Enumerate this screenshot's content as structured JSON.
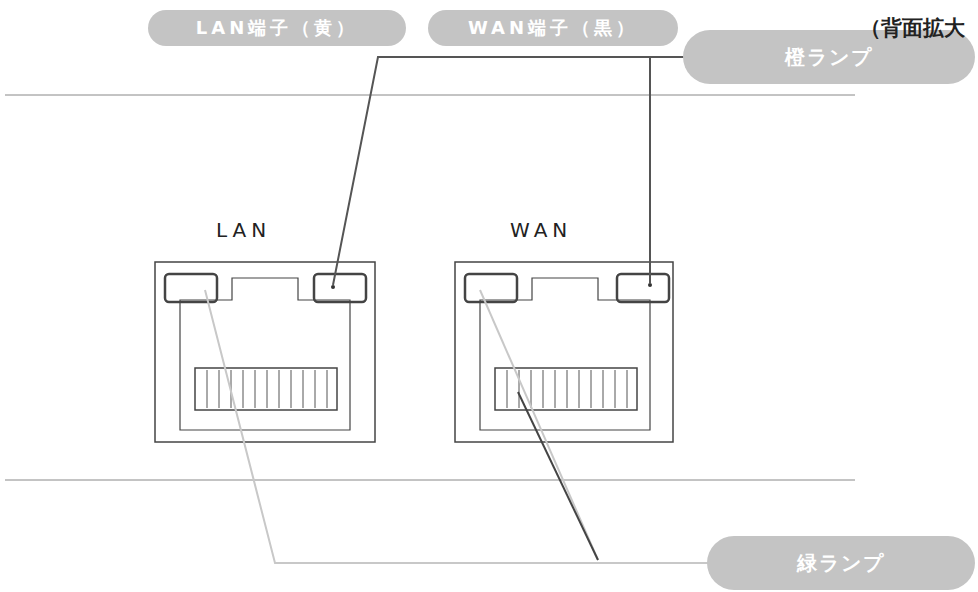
{
  "diagram": {
    "nodes": [
      {
        "text": [
          "LAN端子（黄）"
        ]
      },
      {
        "text": [
          "WAN端子（黒）"
        ]
      },
      {
        "text": [
          "橙ランプ"
        ]
      },
      {
        "text": [
          "緑ランプ"
        ]
      }
    ],
    "labels": [
      "（背面拡大",
      "LAN",
      "WAN"
    ]
  }
}
